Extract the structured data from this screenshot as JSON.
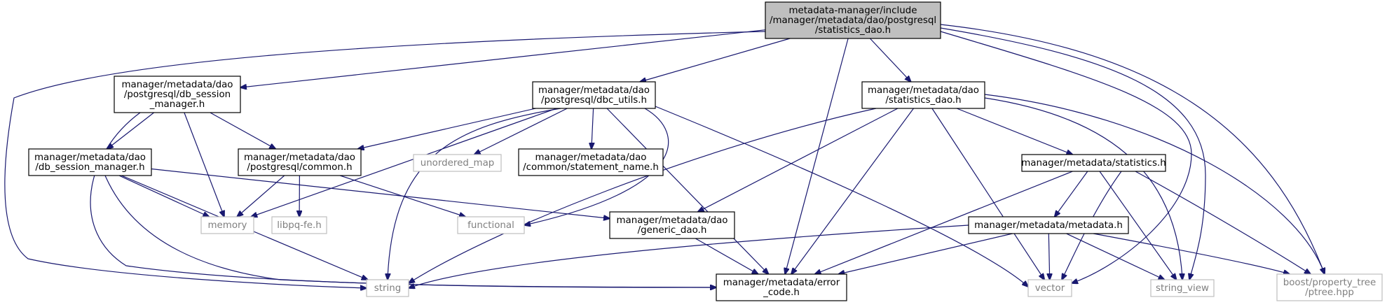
{
  "nodes": {
    "root": {
      "lines": [
        "metadata-manager/include",
        "/manager/metadata/dao/postgresql",
        "/statistics_dao.h"
      ],
      "kind": "root"
    },
    "db_session_pg": {
      "lines": [
        "manager/metadata/dao",
        "/postgresql/db_session",
        "_manager.h"
      ],
      "kind": "header"
    },
    "dbc_utils": {
      "lines": [
        "manager/metadata/dao",
        "/postgresql/dbc_utils.h"
      ],
      "kind": "header"
    },
    "statistics_dao": {
      "lines": [
        "manager/metadata/dao",
        "/statistics_dao.h"
      ],
      "kind": "header"
    },
    "db_session": {
      "lines": [
        "manager/metadata/dao",
        "/db_session_manager.h"
      ],
      "kind": "header"
    },
    "common": {
      "lines": [
        "manager/metadata/dao",
        "/postgresql/common.h"
      ],
      "kind": "header"
    },
    "unordered_map": {
      "lines": [
        "unordered_map"
      ],
      "kind": "external"
    },
    "statement_name": {
      "lines": [
        "manager/metadata/dao",
        "/common/statement_name.h"
      ],
      "kind": "header"
    },
    "statistics": {
      "lines": [
        "manager/metadata/statistics.h"
      ],
      "kind": "header"
    },
    "memory": {
      "lines": [
        "memory"
      ],
      "kind": "external"
    },
    "libpq": {
      "lines": [
        "libpq-fe.h"
      ],
      "kind": "external"
    },
    "functional": {
      "lines": [
        "functional"
      ],
      "kind": "external"
    },
    "generic_dao": {
      "lines": [
        "manager/metadata/dao",
        "/generic_dao.h"
      ],
      "kind": "header"
    },
    "metadata": {
      "lines": [
        "manager/metadata/metadata.h"
      ],
      "kind": "header"
    },
    "string": {
      "lines": [
        "string"
      ],
      "kind": "external"
    },
    "error_code": {
      "lines": [
        "manager/metadata/error",
        "_code.h"
      ],
      "kind": "header"
    },
    "vector": {
      "lines": [
        "vector"
      ],
      "kind": "external"
    },
    "string_view": {
      "lines": [
        "string_view"
      ],
      "kind": "external"
    },
    "ptree": {
      "lines": [
        "boost/property_tree",
        "/ptree.hpp"
      ],
      "kind": "external"
    }
  },
  "edges": [
    [
      "root",
      "string"
    ],
    [
      "root",
      "db_session_pg"
    ],
    [
      "root",
      "dbc_utils"
    ],
    [
      "root",
      "error_code"
    ],
    [
      "root",
      "statistics_dao"
    ],
    [
      "root",
      "vector"
    ],
    [
      "root",
      "string_view"
    ],
    [
      "root",
      "ptree"
    ],
    [
      "db_session_pg",
      "db_session"
    ],
    [
      "db_session_pg",
      "memory"
    ],
    [
      "db_session_pg",
      "common"
    ],
    [
      "db_session_pg",
      "error_code"
    ],
    [
      "dbc_utils",
      "memory"
    ],
    [
      "dbc_utils",
      "common"
    ],
    [
      "dbc_utils",
      "unordered_map"
    ],
    [
      "dbc_utils",
      "statement_name"
    ],
    [
      "dbc_utils",
      "string"
    ],
    [
      "dbc_utils",
      "functional"
    ],
    [
      "dbc_utils",
      "error_code"
    ],
    [
      "dbc_utils",
      "vector"
    ],
    [
      "statistics_dao",
      "string"
    ],
    [
      "statistics_dao",
      "generic_dao"
    ],
    [
      "statistics_dao",
      "error_code"
    ],
    [
      "statistics_dao",
      "vector"
    ],
    [
      "statistics_dao",
      "statistics"
    ],
    [
      "statistics_dao",
      "string_view"
    ],
    [
      "statistics_dao",
      "ptree"
    ],
    [
      "db_session",
      "memory"
    ],
    [
      "db_session",
      "string"
    ],
    [
      "db_session",
      "error_code"
    ],
    [
      "db_session",
      "generic_dao"
    ],
    [
      "common",
      "memory"
    ],
    [
      "common",
      "libpq"
    ],
    [
      "common",
      "functional"
    ],
    [
      "generic_dao",
      "error_code"
    ],
    [
      "statistics",
      "error_code"
    ],
    [
      "statistics",
      "metadata"
    ],
    [
      "statistics",
      "vector"
    ],
    [
      "statistics",
      "string_view"
    ],
    [
      "statistics",
      "ptree"
    ],
    [
      "metadata",
      "string"
    ],
    [
      "metadata",
      "error_code"
    ],
    [
      "metadata",
      "vector"
    ],
    [
      "metadata",
      "string_view"
    ],
    [
      "metadata",
      "ptree"
    ]
  ]
}
